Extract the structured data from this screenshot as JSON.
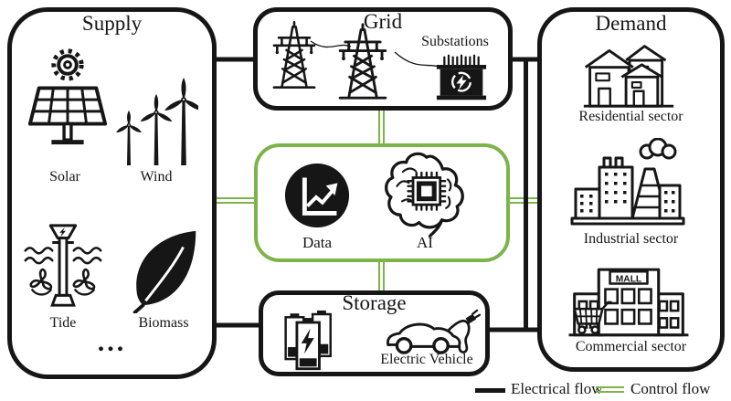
{
  "colors": {
    "electrical_flow": "#161616",
    "control_flow": "#7db44a"
  },
  "supply": {
    "title": "Supply",
    "sources": [
      {
        "label": "Solar",
        "icon": "solar-panel-icon"
      },
      {
        "label": "Wind",
        "icon": "wind-turbines-icon"
      },
      {
        "label": "Tide",
        "icon": "tidal-turbine-icon"
      },
      {
        "label": "Biomass",
        "icon": "biomass-leaf-icon"
      }
    ],
    "ellipsis": "..."
  },
  "grid": {
    "title": "Grid",
    "substations_label": "Substations"
  },
  "demand": {
    "title": "Demand",
    "sectors": [
      {
        "label": "Residential sector",
        "icon": "houses-icon"
      },
      {
        "label": "Industrial sector",
        "icon": "factory-icon"
      },
      {
        "label": "Commercial sector",
        "icon": "mall-icon",
        "sign": "MALL"
      }
    ]
  },
  "control_center": {
    "items": [
      {
        "label": "Data",
        "icon": "data-chart-icon"
      },
      {
        "label": "AI",
        "icon": "ai-brain-chip-icon"
      }
    ]
  },
  "storage": {
    "title": "Storage",
    "ev_label": "Electric Vehicle"
  },
  "legend": {
    "electrical_label": "Electrical flow",
    "control_label": "Control flow"
  }
}
